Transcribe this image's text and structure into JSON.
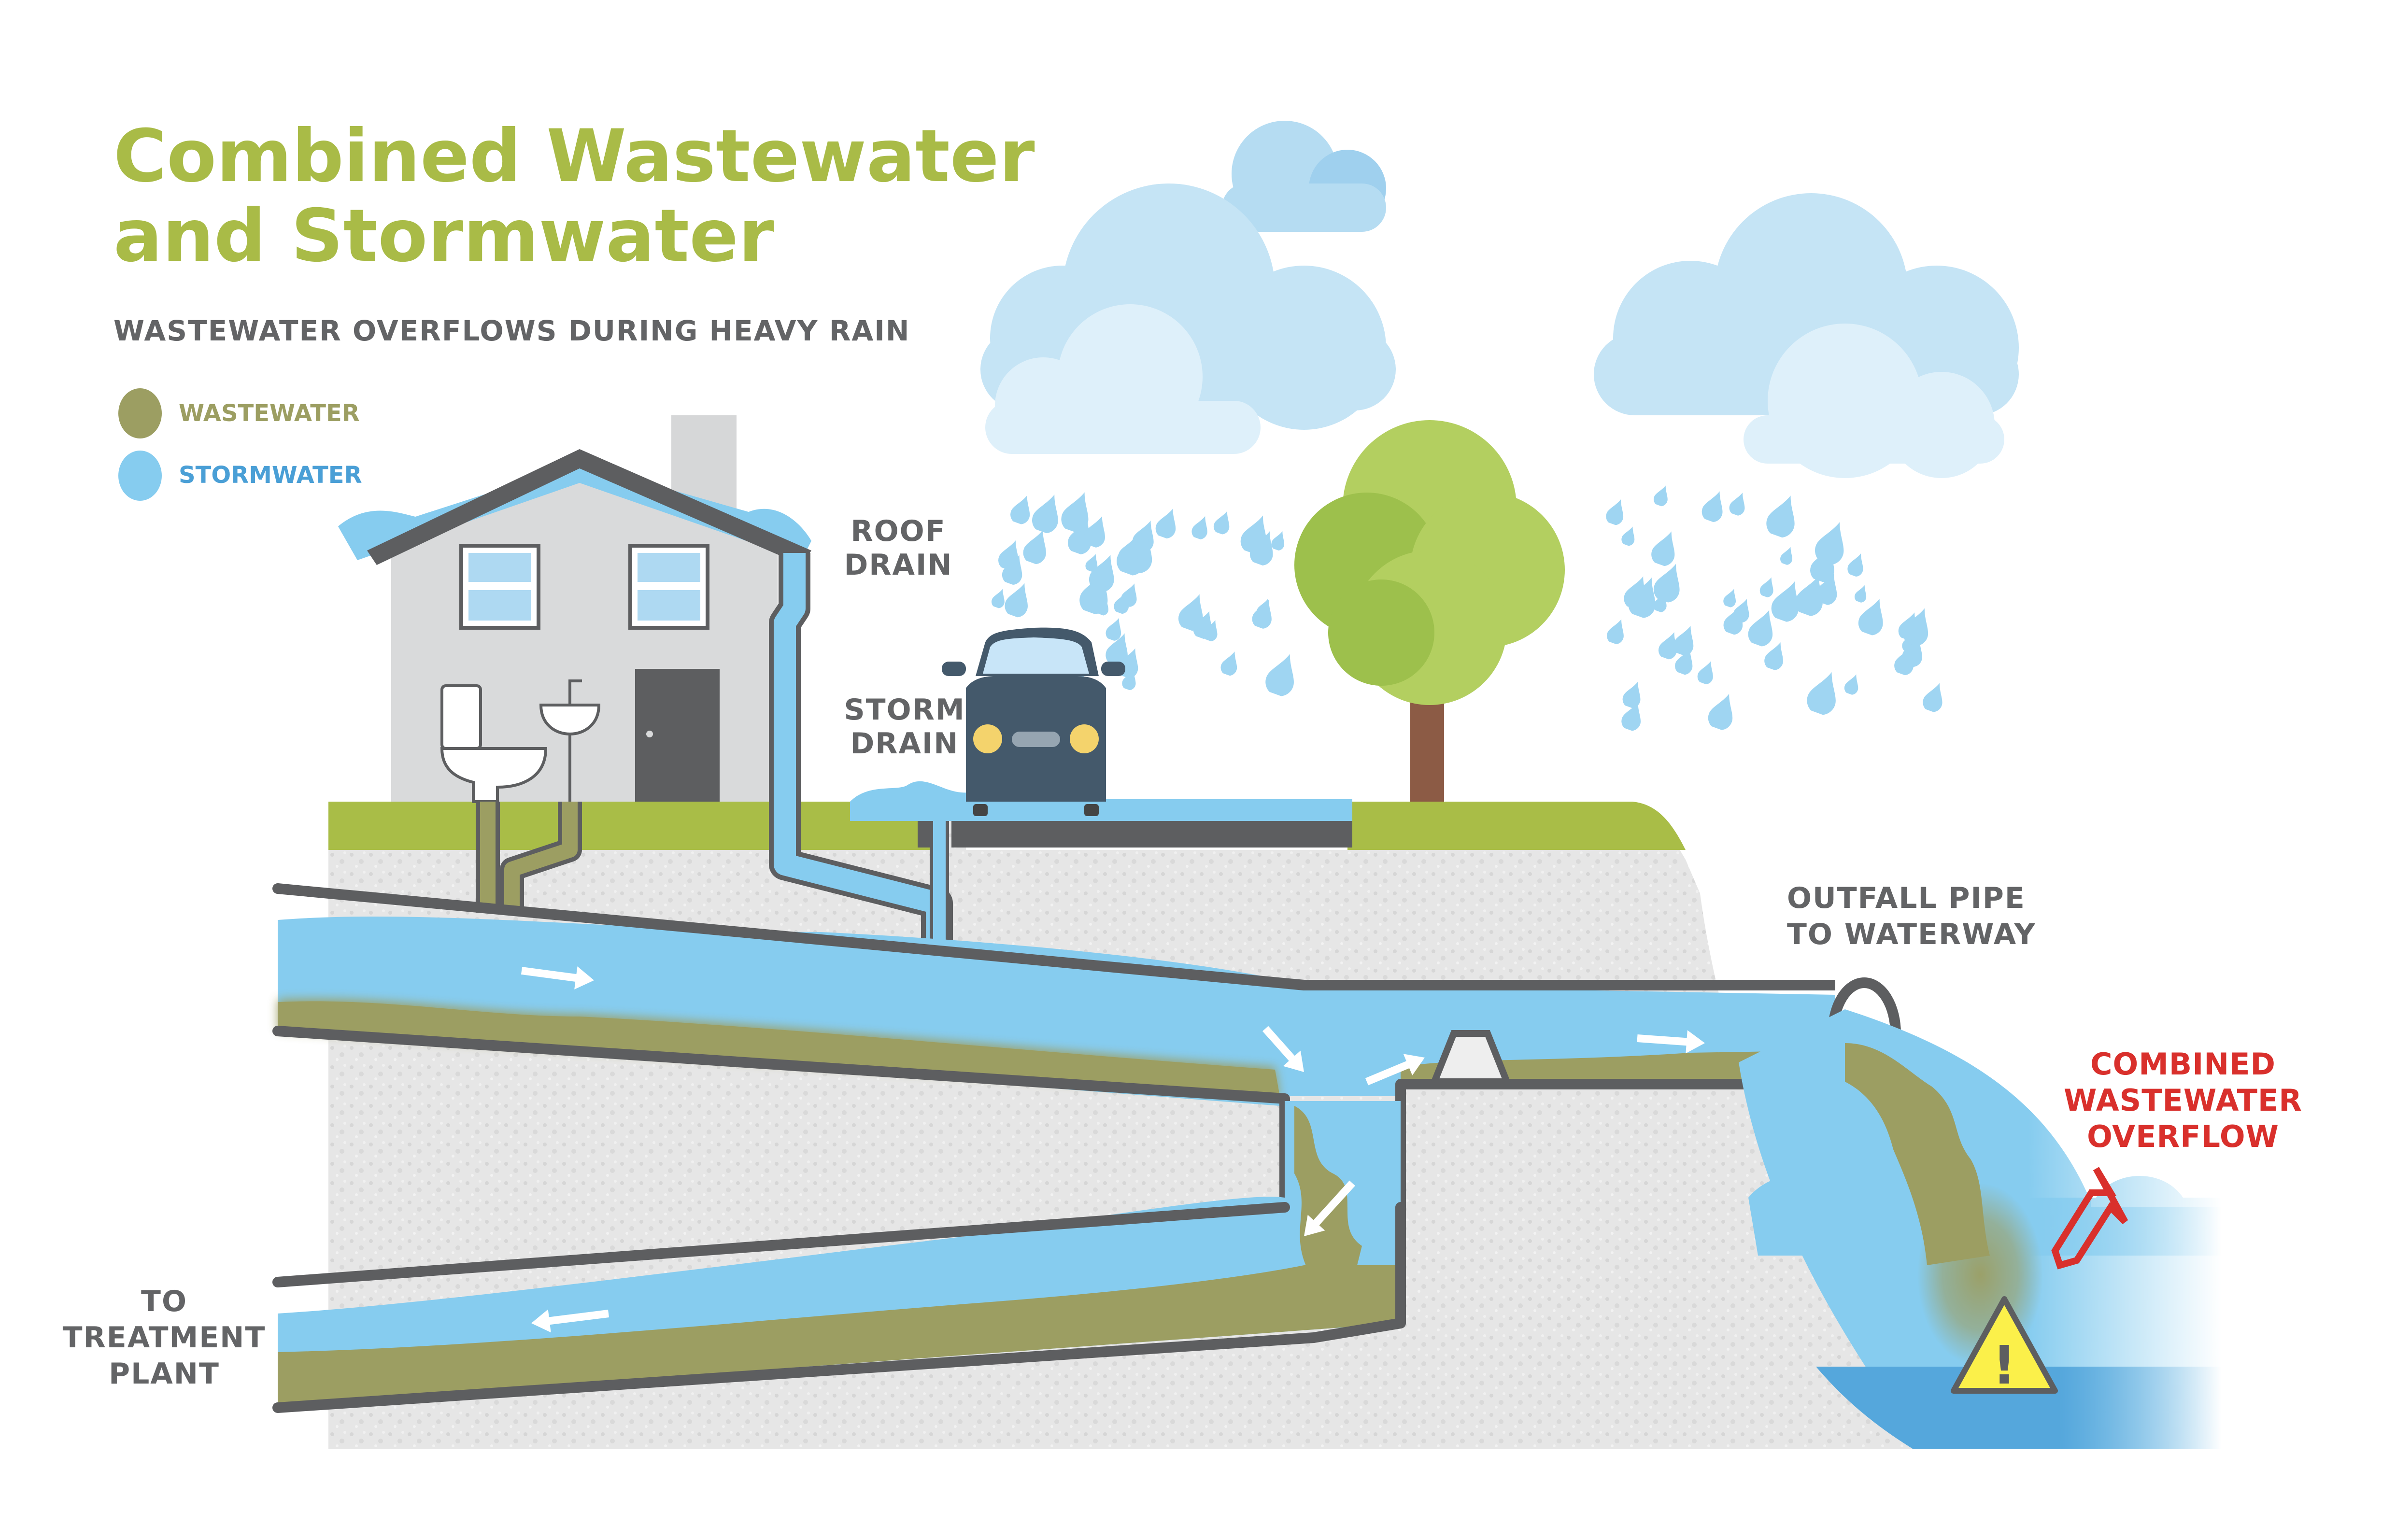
{
  "title": {
    "line1": "Combined Wastewater",
    "line2": "and Stormwater"
  },
  "subtitle": "WASTEWATER OVERFLOWS DURING HEAVY RAIN",
  "legend": [
    {
      "label": "WASTEWATER",
      "color": "#9c9e62"
    },
    {
      "label": "STORMWATER",
      "color": "#86ccef"
    }
  ],
  "labels": {
    "roof_drain": [
      "ROOF",
      "DRAIN"
    ],
    "storm_drain": [
      "STORM",
      "DRAIN"
    ],
    "outfall": [
      "OUTFALL PIPE",
      "TO WATERWAY"
    ],
    "overflow": [
      "COMBINED",
      "WASTEWATER",
      "OVERFLOW"
    ],
    "treatment": [
      "TO",
      "TREATMENT",
      "PLANT"
    ]
  },
  "warning_symbol": "!",
  "colors": {
    "title_green": "#a9bb47",
    "text_gray": "#636466",
    "alert_red": "#d9302c",
    "wastewater": "#9c9e62",
    "stormwater": "#86ccef",
    "deep_water": "#55a7dc",
    "grass": "#a9bd47",
    "ground": "#e6e6e6",
    "pipe": "#5d5e60",
    "warning_yellow": "#fbf04a"
  }
}
